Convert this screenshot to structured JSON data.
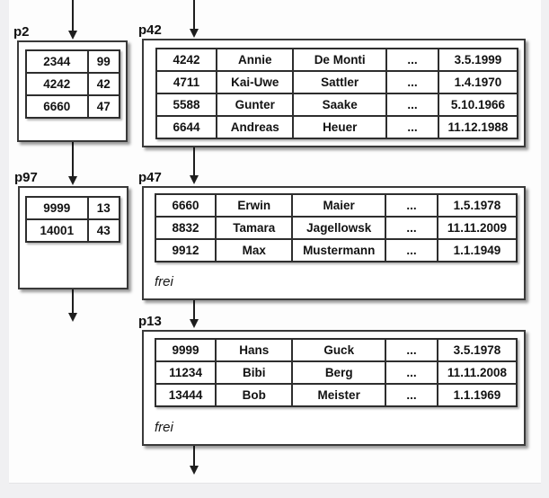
{
  "colors": {
    "surround": "#f0f0f2",
    "slide_background": "#fdfdfd",
    "box_border": "#3a3a3a",
    "table_border": "#2e2e2e",
    "arrow": "#1e1e1e",
    "text": "#121212"
  },
  "pages": [
    {
      "id": "p2",
      "kind": "index-page",
      "rows": [
        [
          "2344",
          "99"
        ],
        [
          "4242",
          "42"
        ],
        [
          "6660",
          "47"
        ]
      ]
    },
    {
      "id": "p97",
      "kind": "index-page",
      "rows": [
        [
          "9999",
          "13"
        ],
        [
          "14001",
          "43"
        ]
      ]
    },
    {
      "id": "p42",
      "kind": "data-page",
      "rows": [
        [
          "4242",
          "Annie",
          "De Monti",
          "...",
          "3.5.1999"
        ],
        [
          "4711",
          "Kai-Uwe",
          "Sattler",
          "...",
          "1.4.1970"
        ],
        [
          "5588",
          "Gunter",
          "Saake",
          "...",
          "5.10.1966"
        ],
        [
          "6644",
          "Andreas",
          "Heuer",
          "...",
          "11.12.1988"
        ]
      ]
    },
    {
      "id": "p47",
      "kind": "data-page",
      "free_label": "frei",
      "rows": [
        [
          "6660",
          "Erwin",
          "Maier",
          "...",
          "1.5.1978"
        ],
        [
          "8832",
          "Tamara",
          "Jagellowsk",
          "...",
          "11.11.2009"
        ],
        [
          "9912",
          "Max",
          "Mustermann",
          "...",
          "1.1.1949"
        ]
      ]
    },
    {
      "id": "p13",
      "kind": "data-page",
      "free_label": "frei",
      "rows": [
        [
          "9999",
          "Hans",
          "Guck",
          "...",
          "3.5.1978"
        ],
        [
          "11234",
          "Bibi",
          "Berg",
          "...",
          "11.11.2008"
        ],
        [
          "13444",
          "Bob",
          "Meister",
          "...",
          "1.1.1969"
        ]
      ]
    }
  ],
  "edges": [
    {
      "from": "offscreen-top",
      "to": "p2"
    },
    {
      "from": "offscreen-top",
      "to": "p42"
    },
    {
      "from": "p2",
      "to": "p97"
    },
    {
      "from": "p42",
      "to": "p47"
    },
    {
      "from": "p97",
      "to": "offscreen-next"
    },
    {
      "from": "p47",
      "to": "p13"
    },
    {
      "from": "p13",
      "to": "offscreen-next"
    }
  ]
}
